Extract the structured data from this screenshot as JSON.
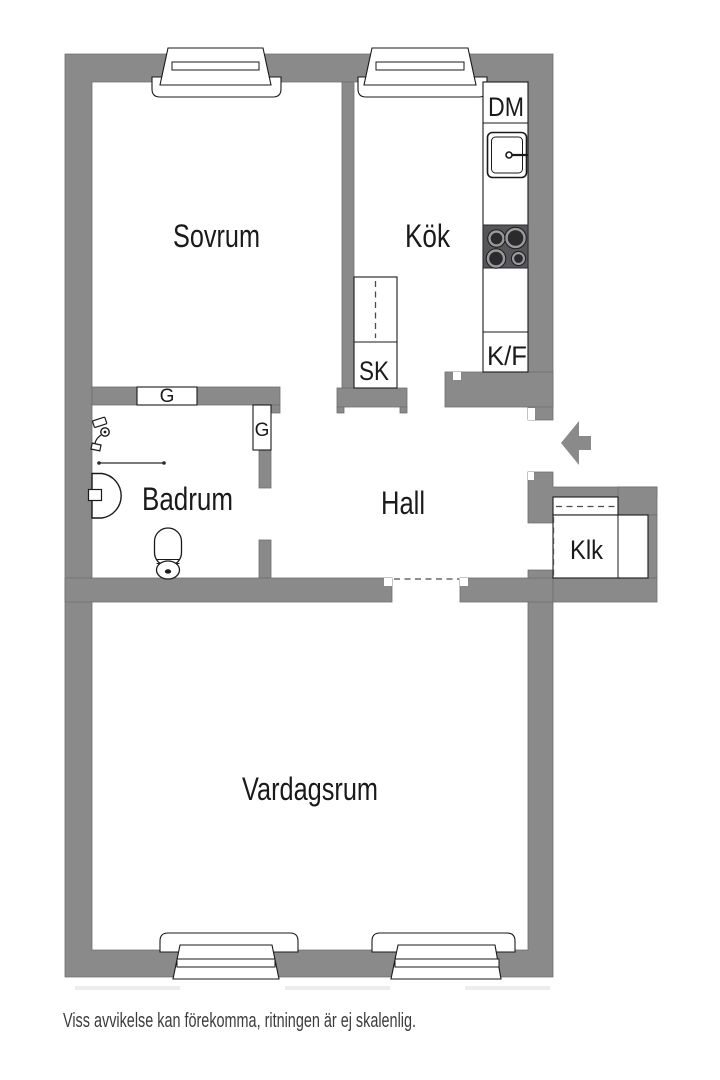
{
  "plan": {
    "rooms": [
      {
        "id": "sovrum",
        "label": "Sovrum"
      },
      {
        "id": "kok",
        "label": "Kök"
      },
      {
        "id": "badrum",
        "label": "Badrum"
      },
      {
        "id": "hall",
        "label": "Hall"
      },
      {
        "id": "vardagsrum",
        "label": "Vardagsrum"
      },
      {
        "id": "klk",
        "label": "Klk"
      }
    ],
    "fixtures": [
      {
        "id": "dm",
        "label": "DM"
      },
      {
        "id": "sk",
        "label": "SK"
      },
      {
        "id": "kf",
        "label": "K/F"
      },
      {
        "id": "g1",
        "label": "G"
      },
      {
        "id": "g2",
        "label": "G"
      }
    ],
    "icons": [
      "entry-arrow-icon",
      "kitchen-sink-icon",
      "stove-icon",
      "toilet-icon",
      "bathroom-sink-icon",
      "shower-mixer-icon",
      "window-symbol"
    ],
    "colors": {
      "wall": "#8a8a8a",
      "line": "#1a1a1a",
      "stove_body": "#56565a",
      "burner_center": "#2b2b2e",
      "burner_ring": "#9a9a9a",
      "background": "#ffffff"
    }
  },
  "footer": {
    "disclaimer": "Viss avvikelse kan förekomma, ritningen är ej skalenlig."
  }
}
